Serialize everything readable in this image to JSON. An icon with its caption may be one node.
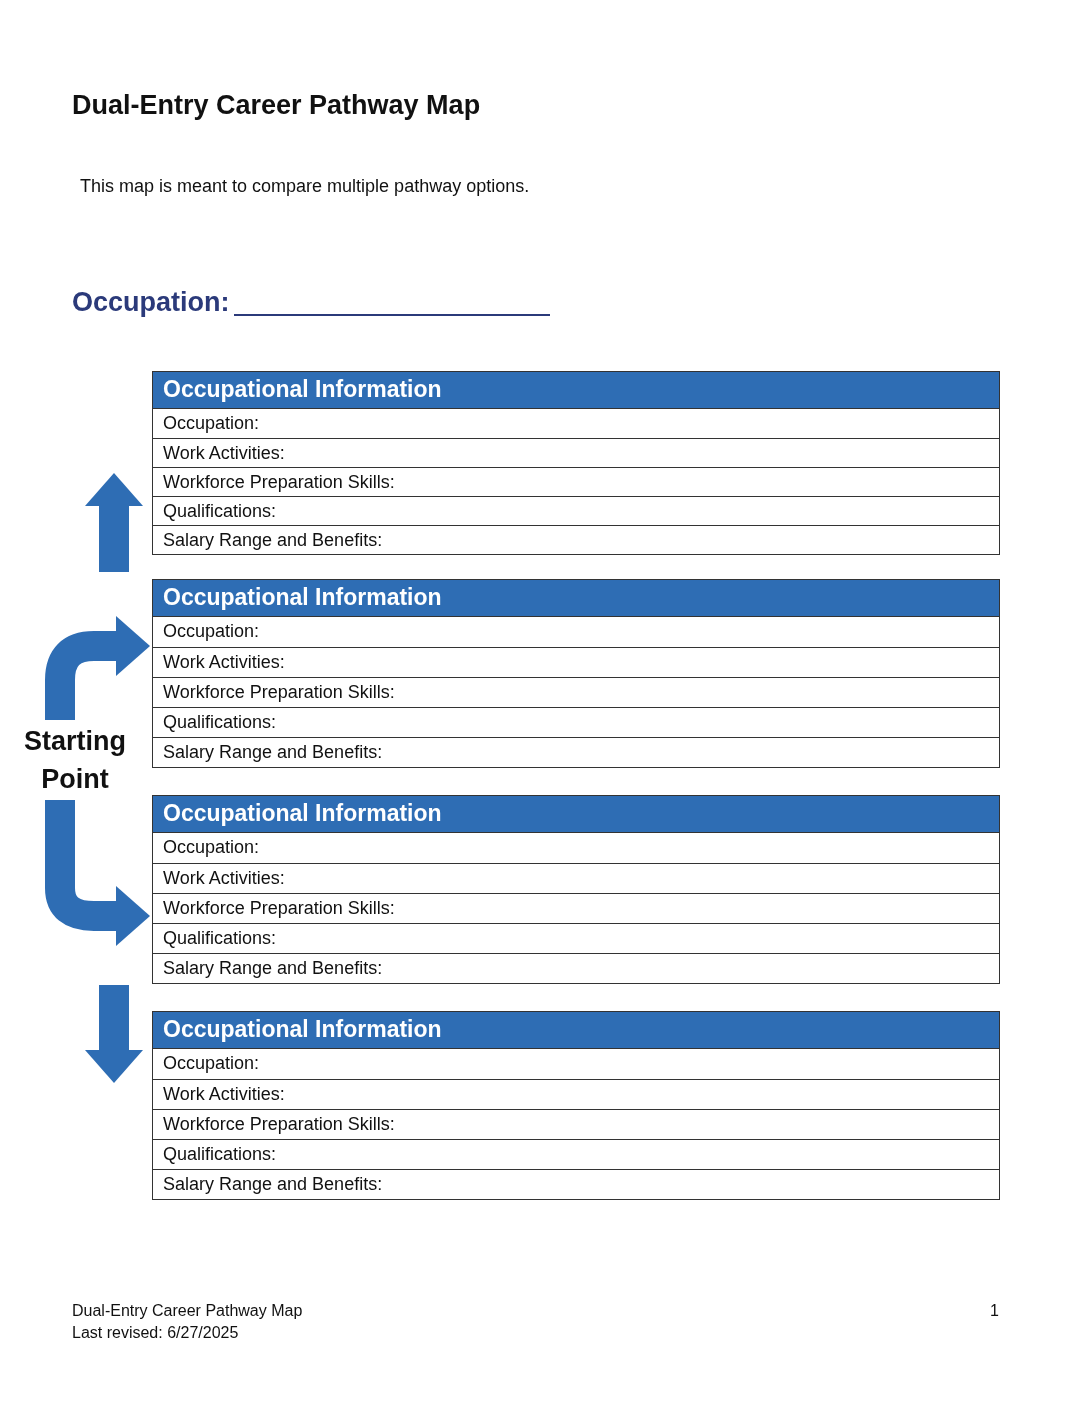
{
  "diagram": {
    "title": "Dual-Entry Career Pathway Map",
    "nodes": [
      {
        "text": [
          "Occupational Information",
          "Occupation:",
          "Work Activities:",
          "Workforce Preparation Skills:",
          "Qualifications:",
          "Salary Range and Benefits:"
        ]
      },
      {
        "text": [
          "Occupational Information",
          "Occupation:",
          "Work Activities:",
          "Workforce Preparation Skills:",
          "Qualifications:",
          "Salary Range and Benefits:"
        ]
      },
      {
        "text": [
          "Starting Point"
        ]
      },
      {
        "text": [
          "Occupational Information",
          "Occupation:",
          "Work Activities:",
          "Workforce Preparation Skills:",
          "Qualifications:",
          "Salary Range and Benefits:"
        ]
      },
      {
        "text": [
          "Occupational Information",
          "Occupation:",
          "Work Activities:",
          "Workforce Preparation Skills:",
          "Qualifications:",
          "Salary Range and Benefits:"
        ]
      }
    ],
    "edges": [
      {
        "from": 2,
        "to": 1,
        "arrow": "to"
      },
      {
        "from": 2,
        "to": 3,
        "arrow": "to"
      }
    ],
    "labels": [
      "This map is meant to compare multiple pathway options.",
      "Occupation:",
      "Dual-Entry Career Pathway Map",
      "Last revised: 6/27/2025",
      "1"
    ]
  }
}
